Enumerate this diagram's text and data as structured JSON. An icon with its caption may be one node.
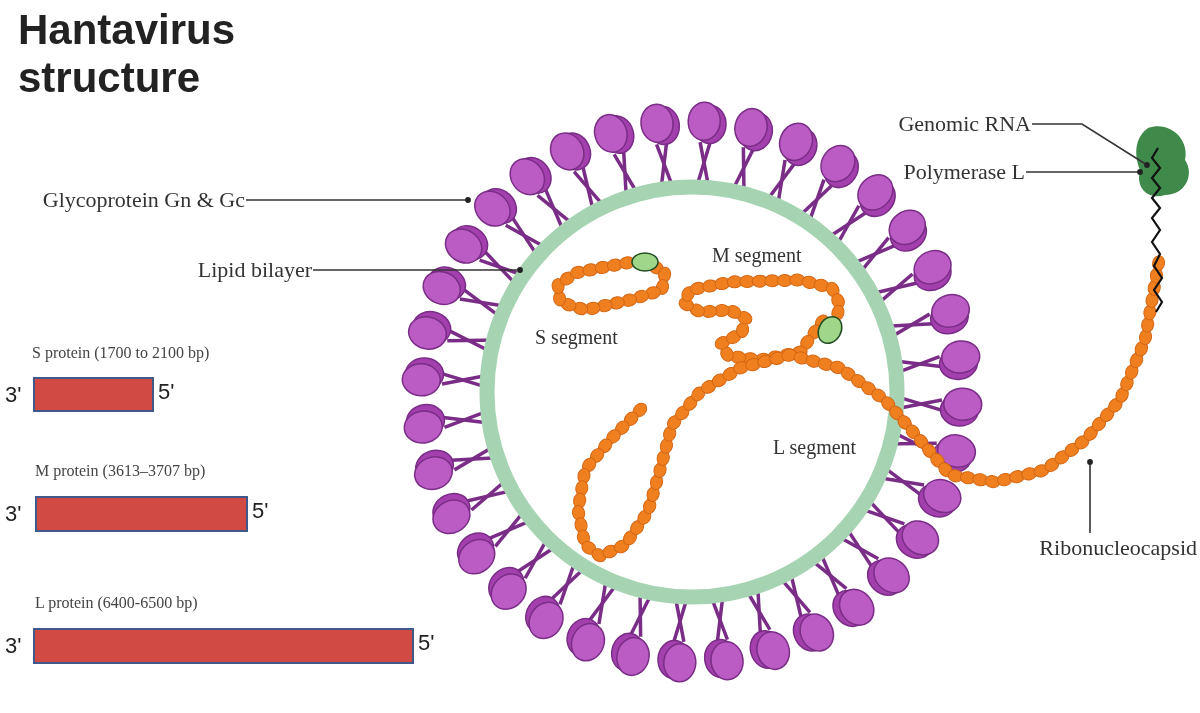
{
  "diagram": {
    "title": "Hantavirus structure",
    "nodes": [
      {
        "text": [
          "Glycoprotein Gn & Gc"
        ]
      },
      {
        "text": [
          "Lipid bilayer"
        ]
      },
      {
        "text": [
          "Genomic RNA"
        ]
      },
      {
        "text": [
          "Polymerase L"
        ]
      },
      {
        "text": [
          "Ribonucleocapsid"
        ]
      },
      {
        "text": [
          "S protein (1700 to 2100 bp)"
        ],
        "beside": [
          "3'",
          "5'"
        ]
      },
      {
        "text": [
          "M protein (3613–3707 bp)"
        ],
        "beside": [
          "3'",
          "5'"
        ]
      },
      {
        "text": [
          "L protein (6400-6500  bp)"
        ],
        "beside": [
          "3'",
          "5'"
        ]
      }
    ],
    "edges": [
      {
        "from": 0,
        "to": null,
        "arrow": "other"
      },
      {
        "from": 1,
        "to": null,
        "arrow": "other"
      },
      {
        "from": 2,
        "to": null,
        "arrow": "other"
      },
      {
        "from": 3,
        "to": null,
        "arrow": "other"
      },
      {
        "from": 4,
        "to": null,
        "arrow": "other"
      }
    ],
    "labels": [
      "M segment",
      "S segment",
      "L segment"
    ]
  }
}
